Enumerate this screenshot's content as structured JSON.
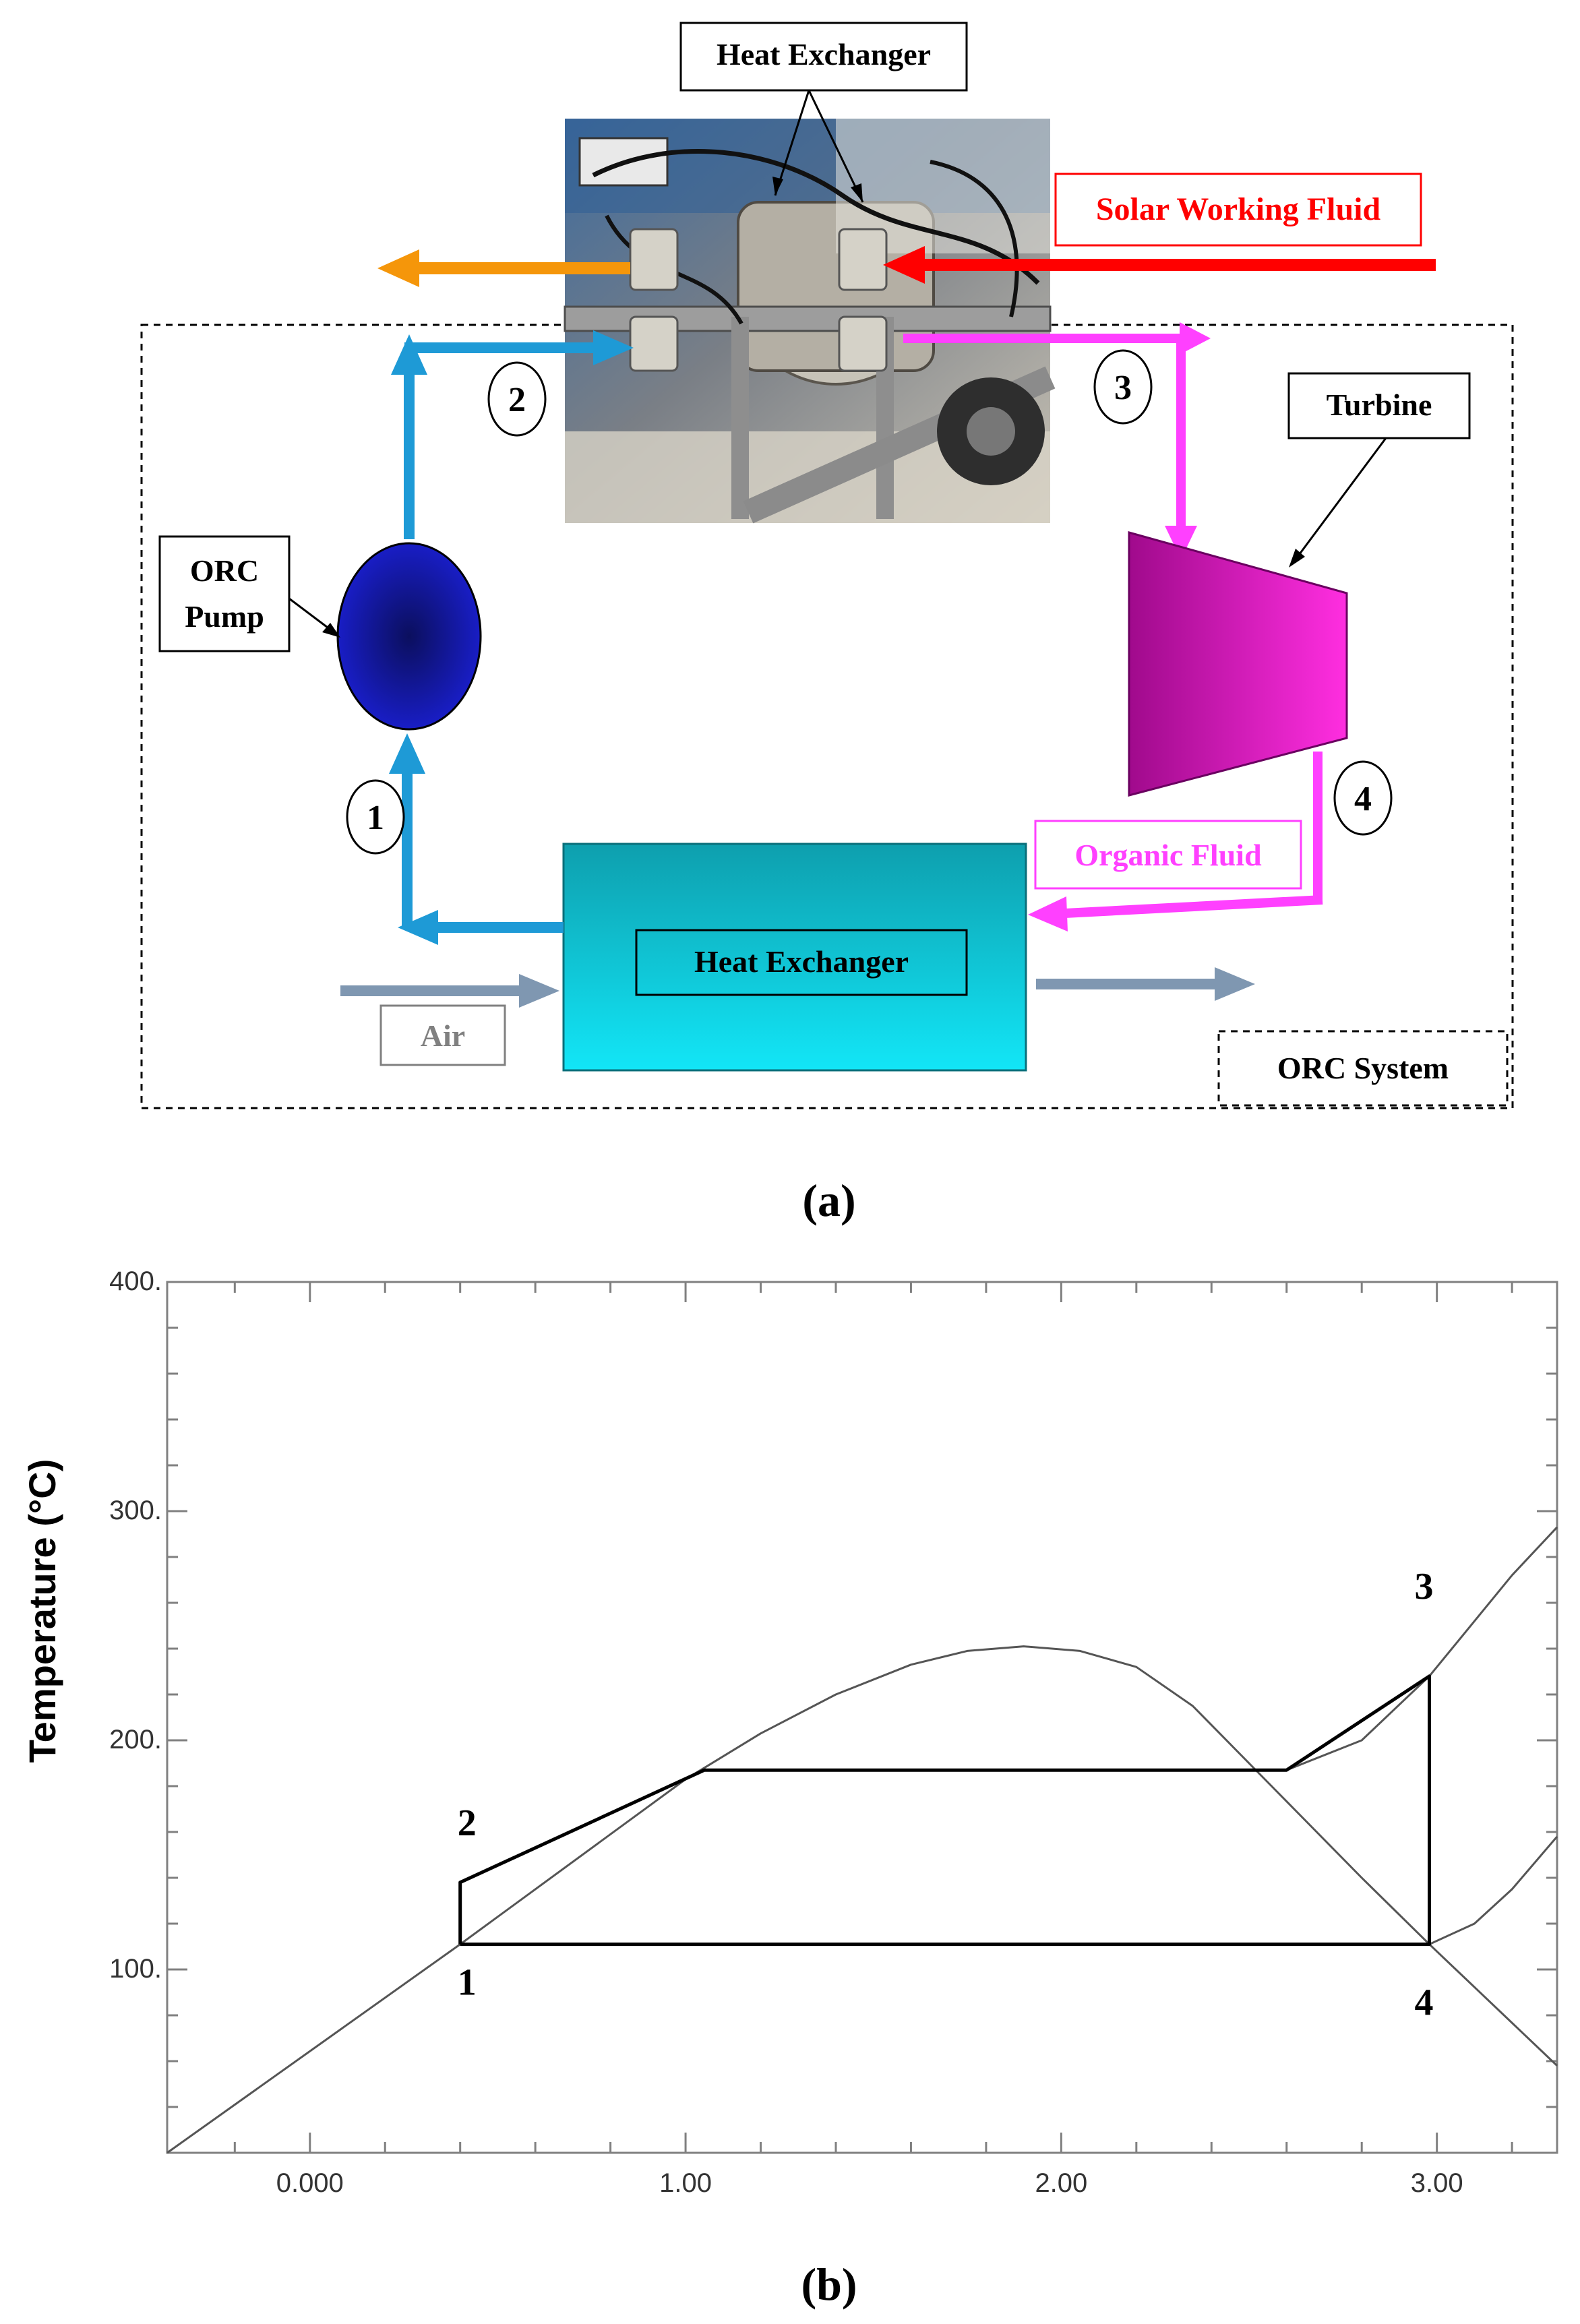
{
  "panel_a": {
    "caption": "(a)",
    "labels": {
      "heat_exchanger_top": "Heat Exchanger",
      "solar_working_fluid": "Solar Working Fluid",
      "turbine": "Turbine",
      "orc_pump": "ORC\nPump",
      "organic_fluid": "Organic Fluid",
      "heat_exchanger_bottom": "Heat Exchanger",
      "air": "Air",
      "orc_system": "ORC System"
    },
    "state_points": [
      "1",
      "2",
      "3",
      "4"
    ],
    "colors": {
      "cold_water": "#1e9ad6",
      "hot_outlet": "#f5960a",
      "solar": "#ff0000",
      "organic": "#ff40ff",
      "air": "#7f97b1",
      "turbine": "#e020c8",
      "pump": "#1a1fd0",
      "condenser": "#14c6df"
    }
  },
  "panel_b": {
    "caption": "(b)",
    "chart_data": {
      "type": "line",
      "ylabel": "Temperature (°C)",
      "xlabel": "",
      "xlim": [
        -0.38,
        3.32
      ],
      "ylim": [
        20,
        400
      ],
      "x_ticks": [
        "0.000",
        "1.00",
        "2.00",
        "3.00"
      ],
      "y_ticks": [
        "100.",
        "200.",
        "300.",
        "400."
      ],
      "state_labels": [
        "1",
        "2",
        "3",
        "4"
      ],
      "series": [
        {
          "role": "saturation dome",
          "x": [
            -0.38,
            0.4,
            1.0,
            1.2,
            1.4,
            1.6,
            1.75,
            1.9,
            2.05,
            2.2,
            2.35,
            2.5,
            2.62,
            2.8,
            2.98,
            3.32
          ],
          "y": [
            20,
            111,
            183,
            203,
            220,
            233,
            239,
            241,
            239,
            232,
            215,
            190,
            170,
            140,
            111,
            58
          ]
        },
        {
          "role": "high-pressure isobar",
          "x": [
            1.05,
            2.6,
            2.8,
            2.98,
            3.1,
            3.2,
            3.32
          ],
          "y": [
            187,
            187,
            200,
            228,
            252,
            272,
            293
          ]
        },
        {
          "role": "low-pressure isobar",
          "x": [
            0.4,
            2.98,
            3.1,
            3.2,
            3.32
          ],
          "y": [
            111,
            111,
            120,
            135,
            158
          ]
        },
        {
          "role": "cycle",
          "x": [
            0.4,
            0.4,
            1.05,
            2.6,
            2.98,
            2.98,
            0.4
          ],
          "y": [
            111,
            138,
            187,
            187,
            228,
            111,
            111
          ]
        }
      ]
    }
  }
}
